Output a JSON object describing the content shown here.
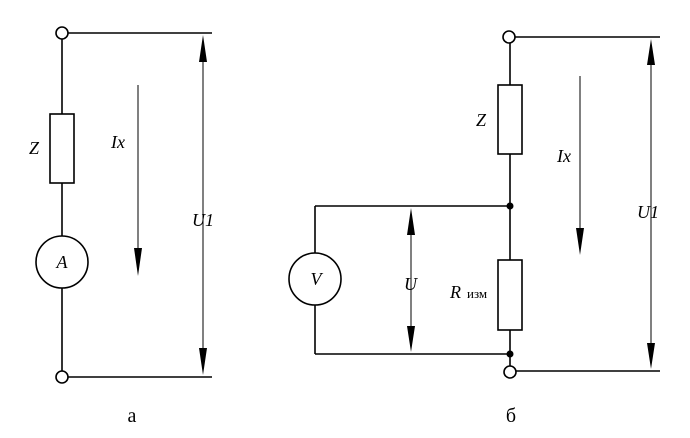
{
  "circuit_a": {
    "impedance_label": "Z",
    "current_label": "Ix",
    "ammeter_label": "A",
    "voltage_label": "U1",
    "caption": "а"
  },
  "circuit_b": {
    "impedance_label": "Z",
    "current_label": "Ix",
    "voltmeter_label": "V",
    "measured_voltage_label": "U",
    "resistor_label": "R",
    "resistor_subscript": "изм",
    "voltage_label": "U1",
    "caption": "б"
  }
}
